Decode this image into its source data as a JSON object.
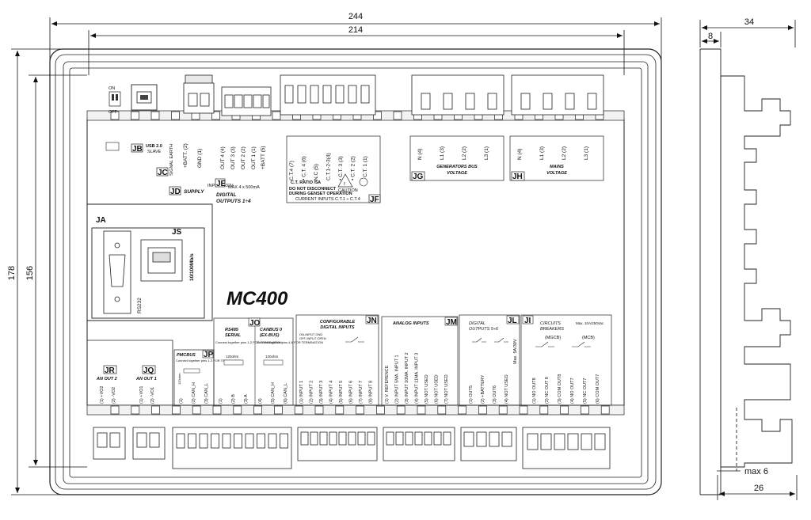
{
  "dimensions": {
    "overall_width": "244",
    "inner_width": "214",
    "depth_total": "34",
    "depth_front": "8",
    "overall_height": "178",
    "inner_height": "156",
    "max_6": "max 6",
    "depth_26": "26"
  },
  "model": "MC400",
  "dip_switch": {
    "on": "ON",
    "off": "OFF"
  },
  "blocks": {
    "JA": "JA",
    "JS": "JS",
    "JB": "JB",
    "JC": "JC",
    "JD": "JD",
    "JE": "JE",
    "JF": "JF",
    "JG": "JG",
    "JH": "JH",
    "JR": "JR",
    "JQ": "JQ",
    "JP": "JP",
    "JO": "JO",
    "JN": "JN",
    "JM": "JM",
    "JL": "JL",
    "JI": "JI"
  },
  "jb_text": {
    "usb": "USB 2.0",
    "slave": "SLAVE"
  },
  "jc_text": "SIGNAL EARTH",
  "jd_text": {
    "supply": "SUPPLY",
    "input": "INPUT 7-32V"
  },
  "power_terminals": [
    "+BATT. (2)",
    "GND (1)"
  ],
  "je_outputs": [
    "OUT 4 (4)",
    "OUT 3 (3)",
    "OUT 2 (2)",
    "OUT 1 (1)",
    "+BATT (5)"
  ],
  "je_text": {
    "max": "MAX 4 x 500mA",
    "title": "DIGITAL",
    "subtitle": "OUTPUTS 1÷4"
  },
  "ct_terminals": [
    "C.T.4 (7)",
    "• C.T. 4 (6)",
    "N.C (5)",
    "C.T.1-2-3(4)",
    "• C.T. 3 (3)",
    "• C.T. 2 (2)",
    "• C.T. 1 (1)"
  ],
  "jf_text": {
    "ratio": "C.T. RATIO /5A",
    "caution": "CAUTION",
    "warn1": "DO NOT DISCONNECT",
    "warn2": "DURING GENSET OPERATION",
    "footer": "CURRENT INPUTS C.T.1 ÷ C.T.4"
  },
  "gen_bus": {
    "terminals": [
      "N (4)",
      "L1 (3)",
      "L2 (2)",
      "L3 (1)"
    ],
    "label1": "GENERATORS BUS",
    "label2": "VOLTAGE"
  },
  "mains": {
    "terminals": [
      "N (4)",
      "L1 (3)",
      "L2 (2)",
      "L3 (1)"
    ],
    "label1": "MAINS",
    "label2": "VOLTAGE"
  },
  "js_text": {
    "speed": "10/100Mb/s",
    "rs232": "RS232"
  },
  "jr": {
    "title": "AN OUT 2",
    "terminals": [
      "(1) +VO2",
      "(2) -VO2"
    ]
  },
  "jq": {
    "title": "AN OUT 1",
    "terminals": [
      "(1) +VO1",
      "(2) -VO1"
    ]
  },
  "jp": {
    "title": "PMCBUS",
    "note": "Connect together pins 1-3 FOR TERMINATION",
    "resistor": "120ohm",
    "terminals": [
      "(1)",
      "(2) CAN_H",
      "(3) CAN_L"
    ]
  },
  "jo_left": {
    "title1": "RS485",
    "title2": "SERIAL",
    "note": "Connect together pins 1-2 FOR TERMINATION",
    "resistor": "120ohm",
    "terminals": [
      "(1)",
      "(2) B",
      "(3) A"
    ]
  },
  "jo_right": {
    "title1": "CANBUS 0",
    "title2": "(EX-BUS)",
    "note": "Connect together pins 4-6 FOR TERMINATION",
    "resistor": "120ohm",
    "terminals": [
      "(4)",
      "(5) CAN_H",
      "(6) CAN_L"
    ]
  },
  "jn": {
    "title1": "CONFIGURABLE",
    "title2": "DIGITAL INPUTS",
    "note1": "ON-INPUT GND",
    "note2": "OFF-INPUT OPEN",
    "terminals": [
      "(1) INPUT 1",
      "(2) INPUT 2",
      "(3) INPUT 3",
      "(4) INPUT 4",
      "(5) INPUT 5",
      "(6) INPUT 6",
      "(7) INPUT 7",
      "(8) INPUT 8"
    ]
  },
  "jm": {
    "title": "ANALOG INPUTS",
    "terminals": [
      "(1) V. REFERENCE",
      "(2) INPUT 5MA. INPUT 1",
      "(3) INPUT 10MA. INPUT 2",
      "(4) INPUT 11MA. INPUT 3",
      "(5) NOT USED",
      "(6) NOT USED",
      "(7) NOT USED"
    ]
  },
  "jl": {
    "title1": "DIGITAL",
    "title2": "OUTPUTS 5÷6",
    "max": "Max. 5A/30V",
    "terminals": [
      "(1) OUT5",
      "(2) +BATTERY",
      "(3) OUT6",
      "(4) NOT USED"
    ]
  },
  "ji": {
    "title1": "CIRCUITS",
    "title2": "BREAKERS",
    "rating": "Max. 10A/250Vac",
    "mgcb": "(MGCB)",
    "mcb": "(MCB)",
    "terminals": [
      "(1) NO OUT8",
      "(2) NC OUT 8",
      "(3) COM OUT8",
      "(4) NO OUT7",
      "(5) NC OUT7",
      "(6) COM OUT7"
    ]
  }
}
